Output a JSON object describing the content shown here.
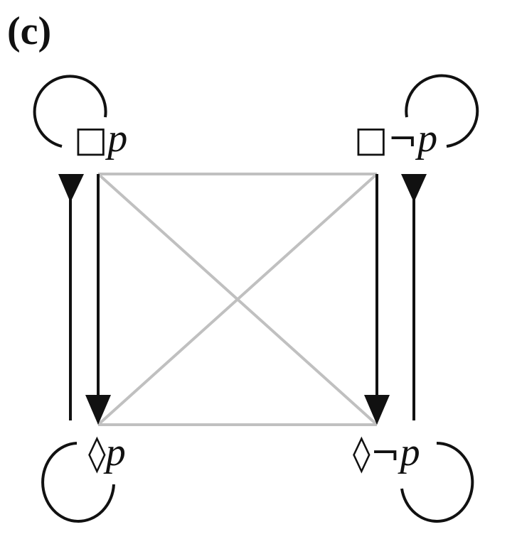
{
  "panel_label": "(c)",
  "nodes": {
    "top_left": {
      "op": "□",
      "neg": "",
      "var": "p"
    },
    "top_right": {
      "op": "□",
      "neg": "¬",
      "var": "p"
    },
    "bottom_left": {
      "op": "◊",
      "neg": "",
      "var": "p"
    },
    "bottom_right": {
      "op": "◊",
      "neg": "¬",
      "var": "p"
    }
  },
  "colors": {
    "relation": "#111111",
    "square_edges": "#c0c0c0"
  }
}
